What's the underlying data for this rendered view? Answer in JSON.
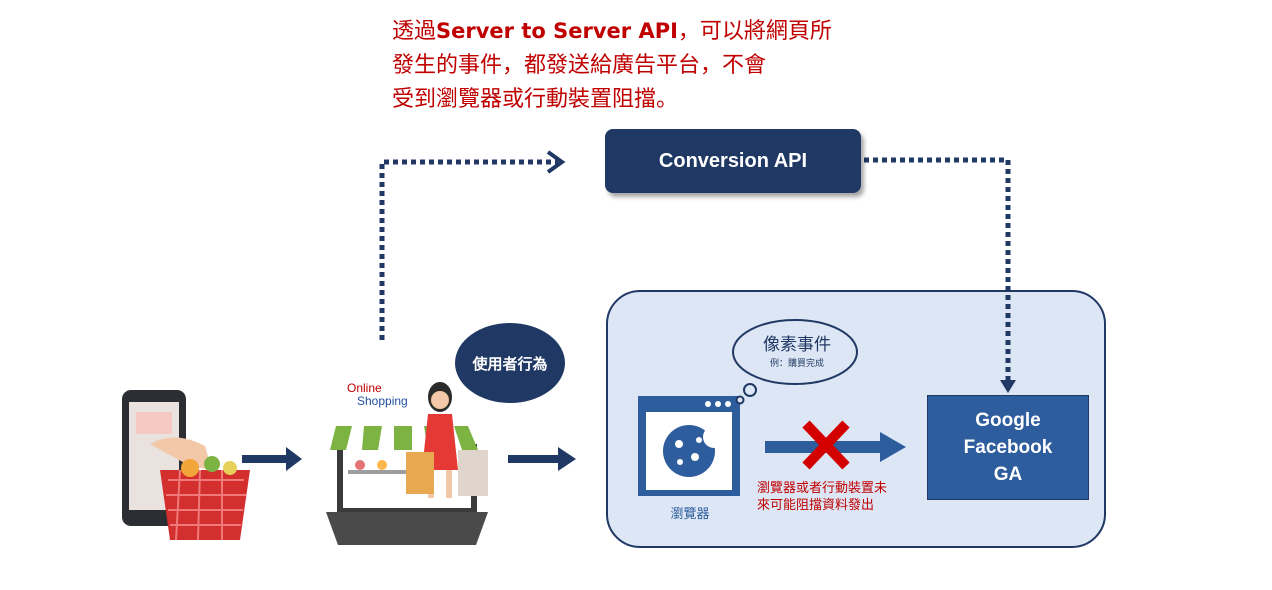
{
  "headline": {
    "line1_pre": "透過",
    "line1_bold": "Server to Server API",
    "line1_post": "，可以將網頁所",
    "line2": "發生的事件，都發送給廣告平台，不會",
    "line3": "受到瀏覽器或行動裝置阻擋。"
  },
  "conversion_api": {
    "label": "Conversion API"
  },
  "user_behavior": {
    "label": "使用者行為"
  },
  "shop": {
    "online": "Online",
    "shopping": "Shopping"
  },
  "pixel_event": {
    "title": "像素事件",
    "example": "例：購買完成"
  },
  "browser": {
    "label": "瀏覽器"
  },
  "block_note": {
    "line1": "瀏覽器或者行動裝置未",
    "line2": "來可能阻擋資料發出"
  },
  "platforms": {
    "line1": "Google",
    "line2": "Facebook",
    "line3": "GA"
  },
  "colors": {
    "navy": "#1f3864",
    "accent_red": "#c00000",
    "platform_blue": "#2e5d9e",
    "panel_bg": "#dde6f4",
    "block_x": "#d40000"
  }
}
